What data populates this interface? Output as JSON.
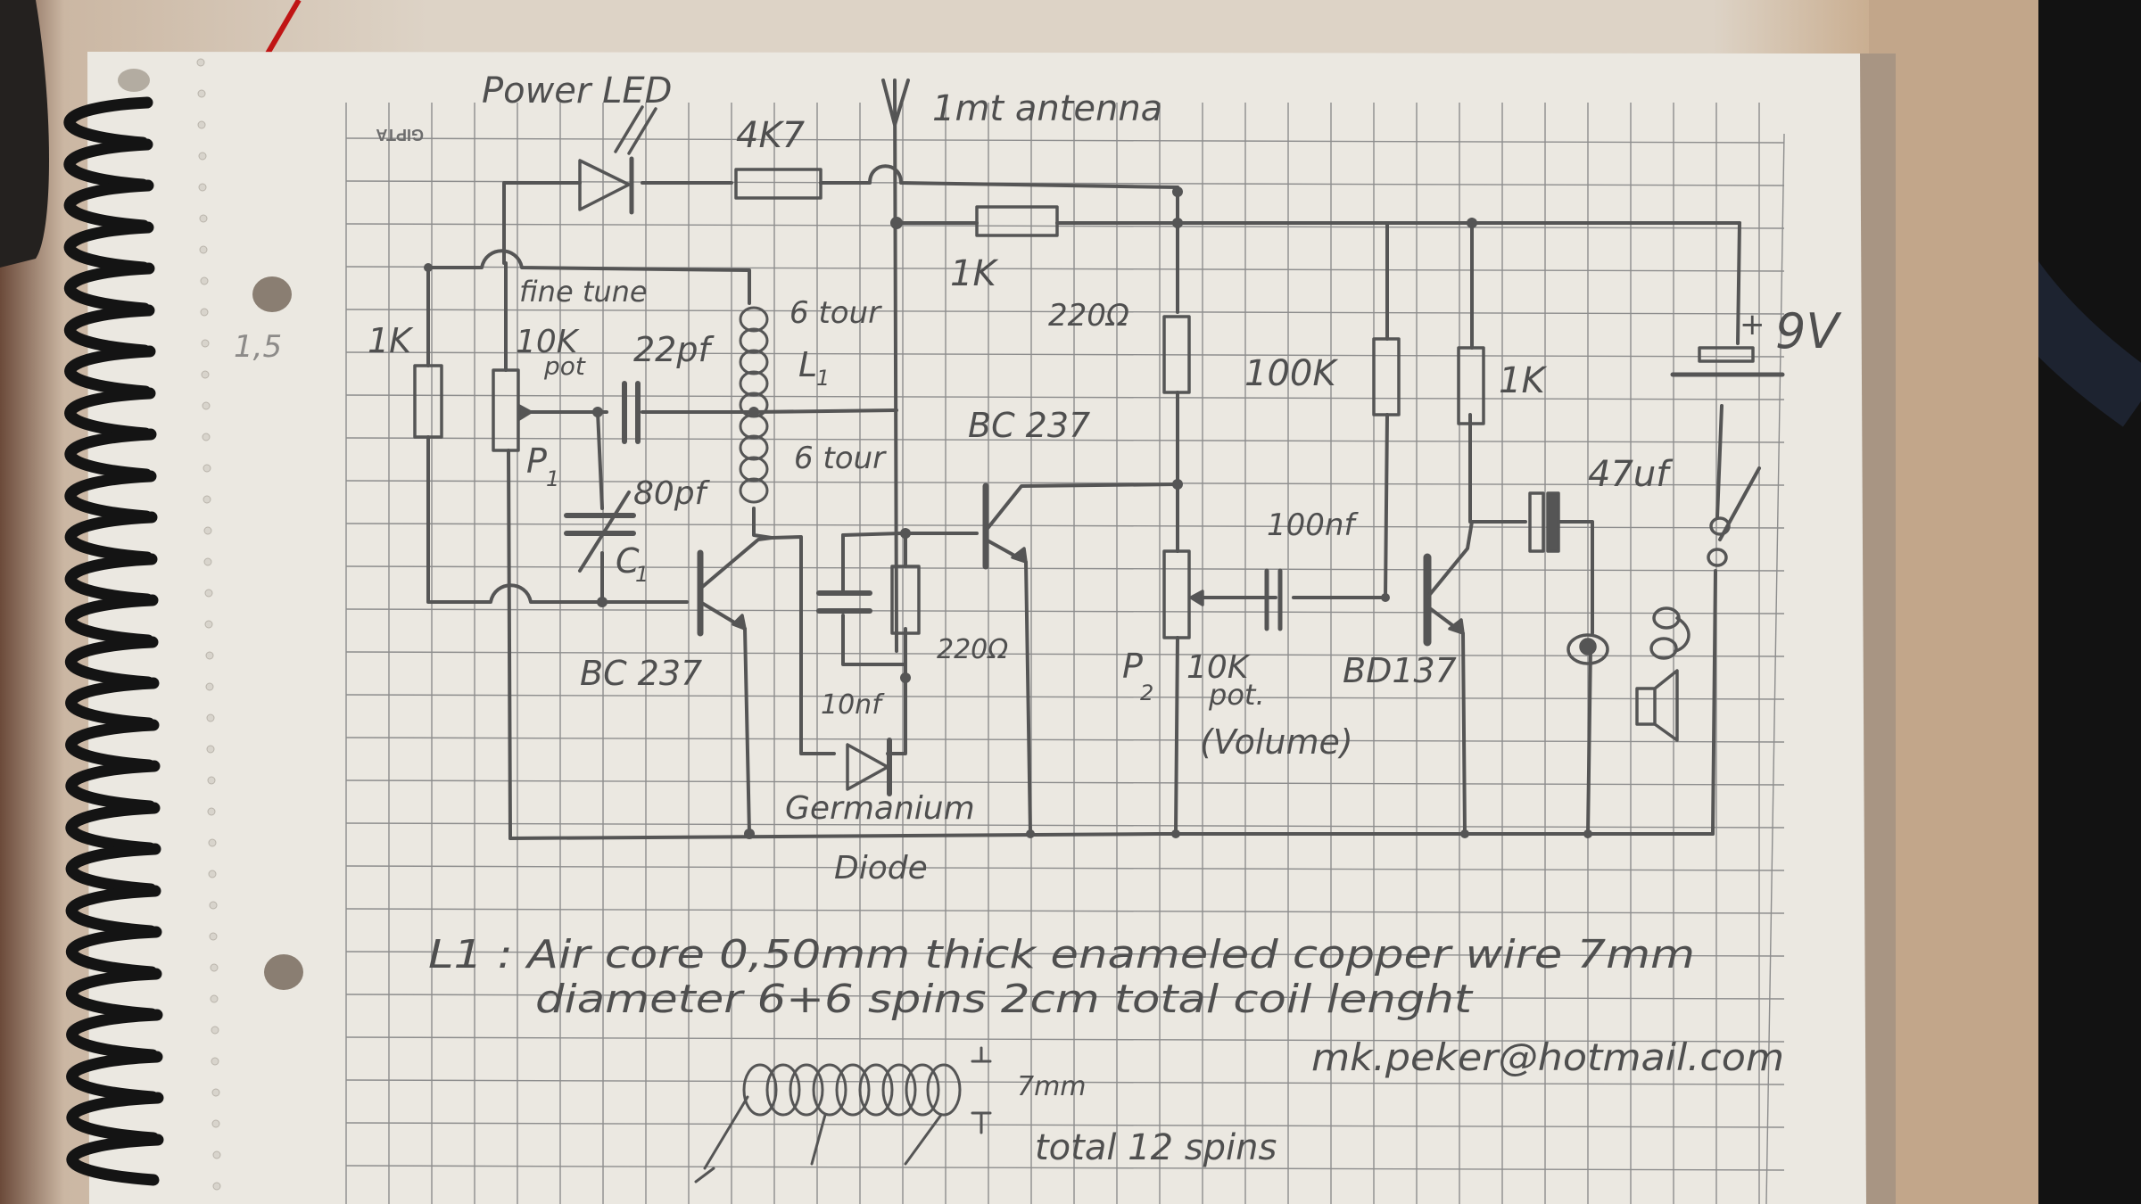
{
  "notebook": {
    "brand_mark": "GIPTA",
    "margin_note": "1,5"
  },
  "schematic": {
    "title_labels": {
      "power_led": "Power LED",
      "antenna": "1mt antenna"
    },
    "components": {
      "r_4k7": "4K7",
      "r_1k_top": "1K",
      "r_1k_left": "1K",
      "fine_tune": "fine tune",
      "pot_p1_value": "10K",
      "pot_p1_type": "pot",
      "pot_p1_ref": "P",
      "pot_p1_sub": "1",
      "c_22pf": "22pf",
      "coil_top_turns": "6 tour",
      "coil_ref": "L",
      "coil_ref_sub": "1",
      "coil_bottom_turns": "6 tour",
      "c1_value": "80pf",
      "c1_ref": "C",
      "c1_sub": "1",
      "q1": "BC 237",
      "q2": "BC 237",
      "r_220_detector": "220Ω",
      "c_10nf": "10nf",
      "diode_line1": "Germanium",
      "diode_line2": "Diode",
      "r_220_top": "220Ω",
      "pot_p2_ref": "P",
      "pot_p2_sub": "2",
      "pot_p2_value": "10K",
      "pot_p2_type": "pot.",
      "pot_p2_purpose": "(Volume)",
      "c_100nf": "100nf",
      "r_100k": "100K",
      "r_1k_collector": "1K",
      "q3": "BD137",
      "c_47uf": "47uf",
      "battery": "9V",
      "battery_plus": "+"
    },
    "notes": {
      "coil_spec_line1": "L1 : Air core 0,50mm thick enameled copper wire 7mm",
      "coil_spec_line2": "diameter  6+6 spins  2cm total coil lenght",
      "coil_diameter": "7mm",
      "coil_total": "total 12 spins",
      "email": "mk.peker@hotmail.com"
    }
  }
}
